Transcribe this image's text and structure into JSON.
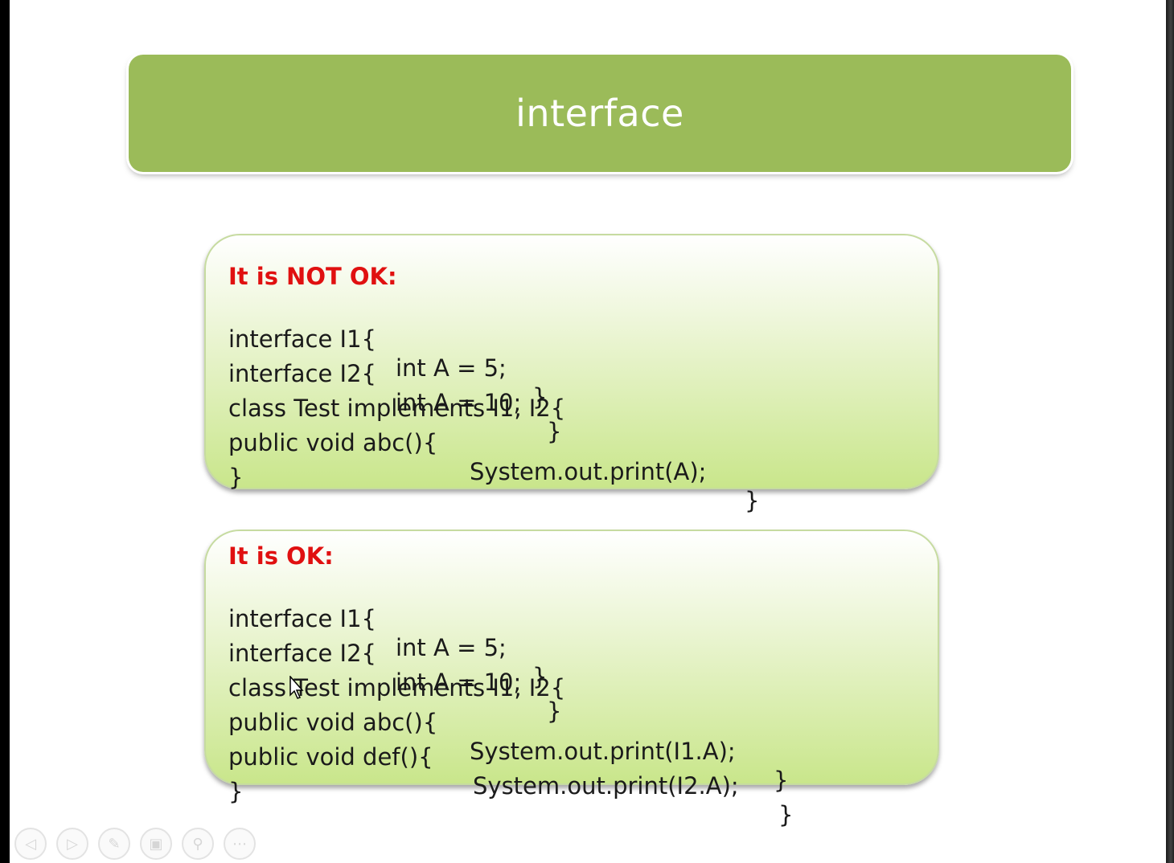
{
  "slide": {
    "title": "interface"
  },
  "box_not_ok": {
    "heading": "It is NOT OK:",
    "lines": [
      [
        "interface I1{",
        "int A = 5;",
        "}"
      ],
      [
        "interface I2{",
        "int A = 10;",
        "}"
      ],
      [
        "class Test implements I1, I2{",
        "",
        ""
      ],
      [
        "public void abc(){",
        "System.out.print(A);",
        "}"
      ],
      [
        "}",
        "",
        ""
      ]
    ]
  },
  "box_ok": {
    "heading": "It is OK:",
    "lines": [
      [
        "interface I1{",
        "int A = 5;",
        "}"
      ],
      [
        "interface I2{",
        "int A = 10;",
        "}"
      ],
      [
        "class Test implements I1, I2{",
        "",
        ""
      ],
      [
        "public void abc(){",
        "System.out.print(I1.A);",
        "}"
      ],
      [
        "public void def(){",
        "System.out.print(I2.A);",
        "}"
      ],
      [
        "}",
        "",
        ""
      ]
    ]
  },
  "toolbar": {
    "buttons": [
      {
        "icon": "previous-icon",
        "glyph": "◁"
      },
      {
        "icon": "next-icon",
        "glyph": "▷"
      },
      {
        "icon": "pen-icon",
        "glyph": "✎"
      },
      {
        "icon": "slides-icon",
        "glyph": "▣"
      },
      {
        "icon": "zoom-icon",
        "glyph": "⚲"
      },
      {
        "icon": "more-icon",
        "glyph": "⋯"
      }
    ]
  },
  "colors": {
    "banner": "#9bbb59",
    "heading_red": "#e01010",
    "box_gradient_bottom": "#c9e68b"
  }
}
